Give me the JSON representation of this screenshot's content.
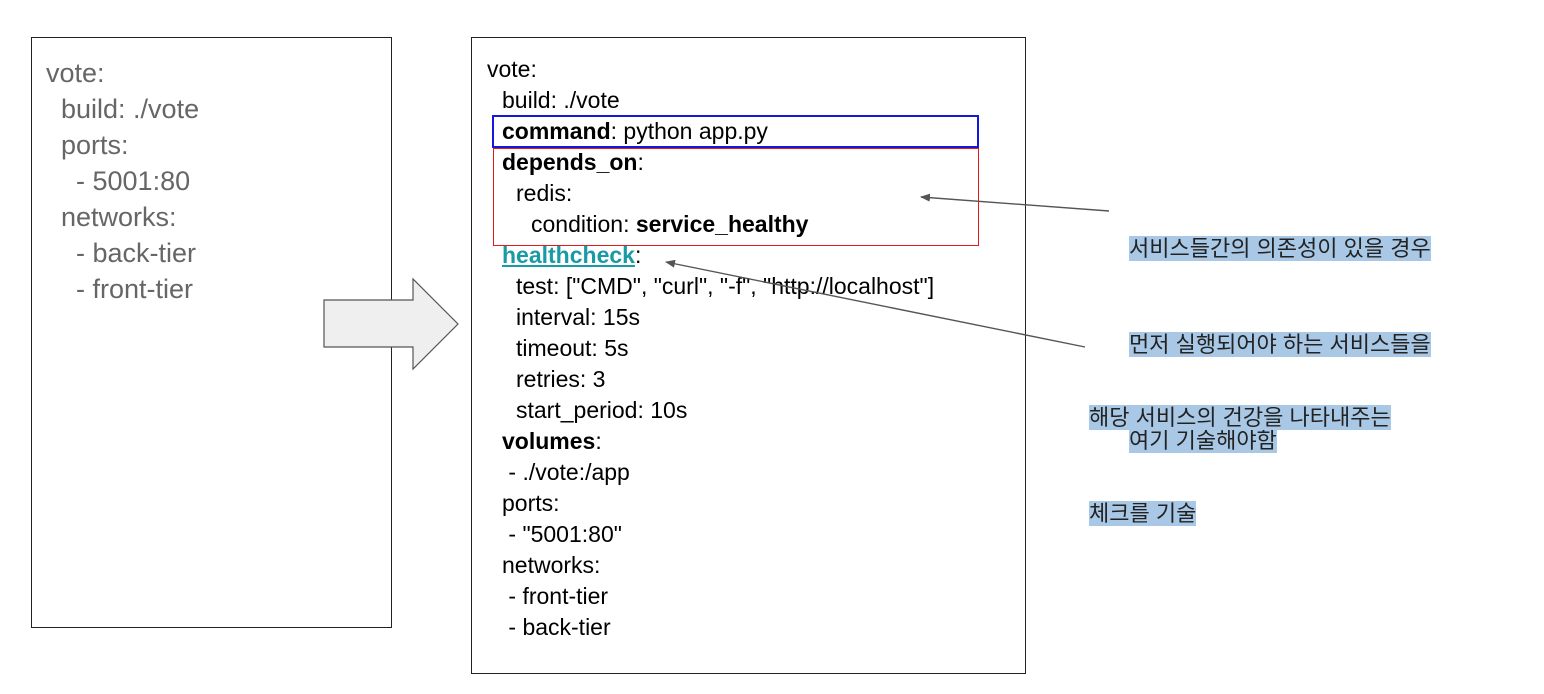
{
  "left_panel": {
    "lines": [
      "vote:",
      "  build: ./vote",
      "  ports:",
      "    - 5001:80",
      "  networks:",
      "    - back-tier",
      "    - front-tier"
    ]
  },
  "right_panel": {
    "vote": "vote:",
    "build": "build: ./vote",
    "command_key": "command",
    "command_val": ": python app.py",
    "depends_on_key": "depends_on",
    "depends_on_colon": ":",
    "redis": "redis:",
    "condition_key": "condition: ",
    "condition_val": "service_healthy",
    "healthcheck_key": "healthcheck",
    "healthcheck_colon": ":",
    "test": "test: [\"CMD\", \"curl\", \"-f\", \"http://localhost\"]",
    "interval": "interval: 15s",
    "timeout": "timeout: 5s",
    "retries": "retries: 3",
    "start_period": "start_period: 10s",
    "volumes_key": "volumes",
    "volumes_colon": ":",
    "volume_item": " - ./vote:/app",
    "ports": "ports:",
    "port_item": " - \"5001:80\"",
    "networks": "networks:",
    "net1": " - front-tier",
    "net2": " - back-tier"
  },
  "notes": {
    "depends_note": [
      "서비스들간의 의존성이 있을 경우",
      "먼저 실행되어야 하는 서비스들을",
      "여기 기술해야함"
    ],
    "healthcheck_note": [
      "해당 서비스의 건강을 나타내주는",
      "체크를 기술"
    ]
  },
  "colors": {
    "command_highlight": "#1418d8",
    "depends_highlight": "#e21a1a",
    "healthcheck_link": "#1a9aa6",
    "note_highlight": "#a9c8e6",
    "arrow_fill": "#efefef"
  }
}
